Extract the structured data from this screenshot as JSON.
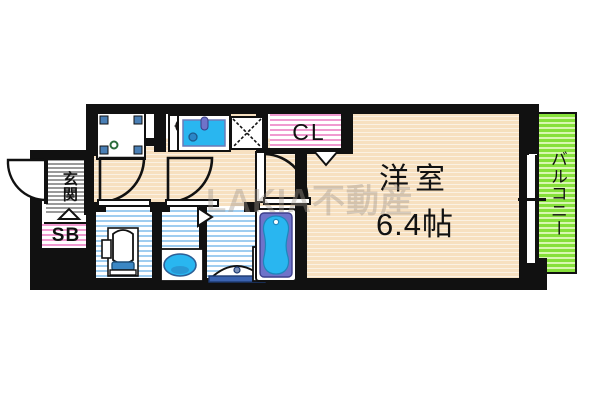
{
  "document": {
    "type": "floor-plan",
    "title": "Apartment floor plan",
    "watermark": "LAKIA不動産"
  },
  "rooms": [
    {
      "id": "main-room",
      "name": "洋室",
      "size": "6.4帖",
      "fill": "#f7e0c0",
      "kind": "living"
    },
    {
      "id": "balcony",
      "name": "バルコニー",
      "fill": "#86e03a",
      "kind": "balcony",
      "orientation": "vertical"
    },
    {
      "id": "entrance",
      "name": "玄関",
      "fill": "#9a9a9a",
      "kind": "entrance",
      "orientation": "vertical"
    },
    {
      "id": "closet",
      "name": "CL",
      "fill": "#f09ad0",
      "kind": "closet"
    },
    {
      "id": "shoe-box",
      "name": "SB",
      "fill": "#f09ad0",
      "kind": "storage"
    },
    {
      "id": "toilet-room",
      "name": "",
      "fill": "#9fcdf0",
      "kind": "toilet"
    },
    {
      "id": "washroom",
      "name": "",
      "fill": "#9fcdf0",
      "kind": "washroom"
    },
    {
      "id": "bath-room",
      "name": "",
      "fill": "#9fcdf0",
      "kind": "bath"
    }
  ],
  "fixtures": [
    {
      "id": "washing-machine",
      "label": "",
      "icon": "washing-machine-icon"
    },
    {
      "id": "gas-stove",
      "label": "",
      "icon": "stove-two-burner-icon"
    },
    {
      "id": "kitchen-sink",
      "label": "",
      "icon": "sink-icon"
    },
    {
      "id": "refrigerator-space",
      "label": "",
      "icon": "refrigerator-space-icon"
    },
    {
      "id": "toilet",
      "label": "",
      "icon": "toilet-icon"
    },
    {
      "id": "vanity-basin",
      "label": "",
      "icon": "wash-basin-icon"
    },
    {
      "id": "bathtub",
      "label": "",
      "icon": "bathtub-icon"
    },
    {
      "id": "mirror-basin",
      "label": "",
      "icon": "basin-bowl-icon"
    }
  ],
  "doors": [
    {
      "id": "entrance-door",
      "type": "swing",
      "swing": "left"
    },
    {
      "id": "toilet-door",
      "type": "swing",
      "swing": "right"
    },
    {
      "id": "washroom-door",
      "type": "swing",
      "swing": "right"
    },
    {
      "id": "bedroom-door",
      "type": "swing",
      "swing": "left"
    },
    {
      "id": "bath-door",
      "type": "folding"
    },
    {
      "id": "balcony-window",
      "type": "sliding-window"
    }
  ],
  "colors": {
    "wall": "#111111",
    "room_fill": "#f7e0c0",
    "wet_fill": "#9fcdf0",
    "balcony_fill": "#86e03a",
    "closet_fill": "#f09ad0",
    "genkan_fill": "#9a9a9a",
    "water_blue": "#29b6f0",
    "bath_accent": "#6f73c9",
    "background": "#ffffff"
  }
}
